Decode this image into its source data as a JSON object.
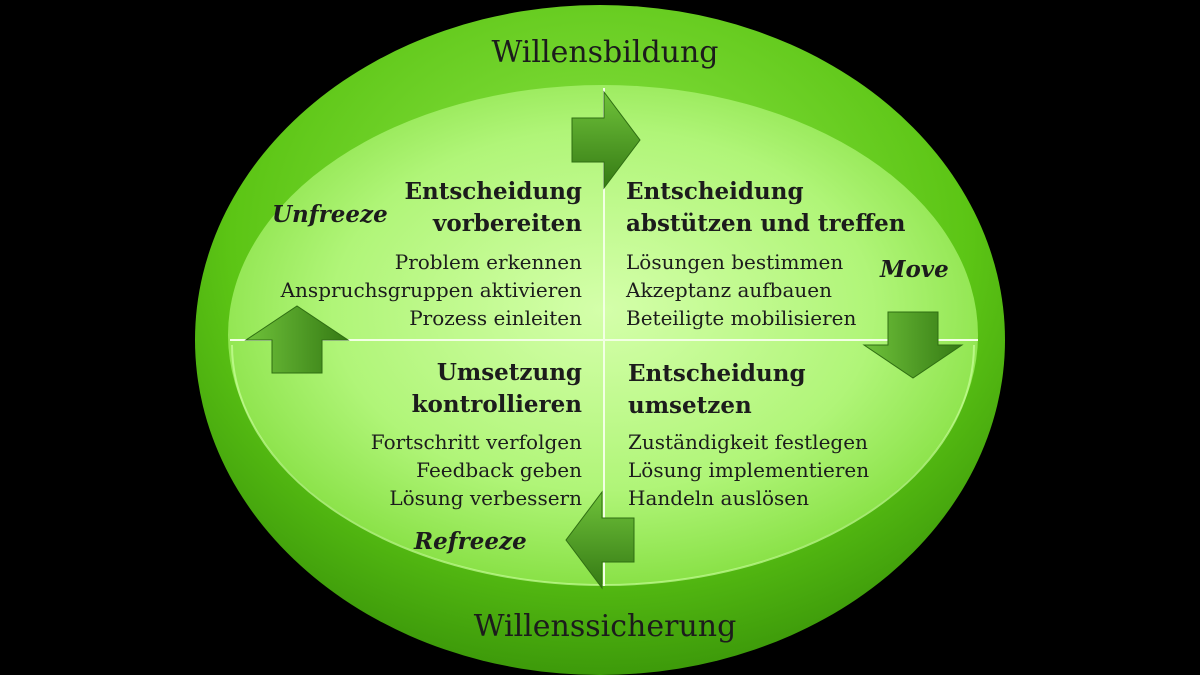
{
  "outer_top_label": "Willensbildung",
  "outer_bottom_label": "Willenssicherung",
  "quadrants": {
    "top_left": {
      "title": [
        "Entscheidung",
        "vorbereiten"
      ],
      "items": [
        "Problem erkennen",
        "Anspruchsgruppen aktivieren",
        "Prozess einleiten"
      ]
    },
    "top_right": {
      "title": [
        "Entscheidung",
        "abstützen und treffen"
      ],
      "items": [
        "Lösungen bestimmen",
        "Akzeptanz aufbauen",
        "Beteiligte mobilisieren"
      ]
    },
    "bottom_left": {
      "title": [
        "Umsetzung",
        "kontrollieren"
      ],
      "items": [
        "Fortschritt verfolgen",
        "Feedback geben",
        "Lösung verbessern"
      ]
    },
    "bottom_right": {
      "title": [
        "Entscheidung",
        "umsetzen"
      ],
      "items": [
        "Zuständigkeit festlegen",
        "Lösung implementieren",
        "Handeln auslösen"
      ]
    }
  },
  "stages": {
    "unfreeze": "Unfreeze",
    "move": "Move",
    "refreeze": "Refreeze"
  },
  "colors": {
    "outer_ring": "#5fc917",
    "inner_disc": "#a8f26e",
    "arrow": "#4e9a25",
    "divider": "#f2ffe4",
    "text": "#1c1c1c"
  }
}
